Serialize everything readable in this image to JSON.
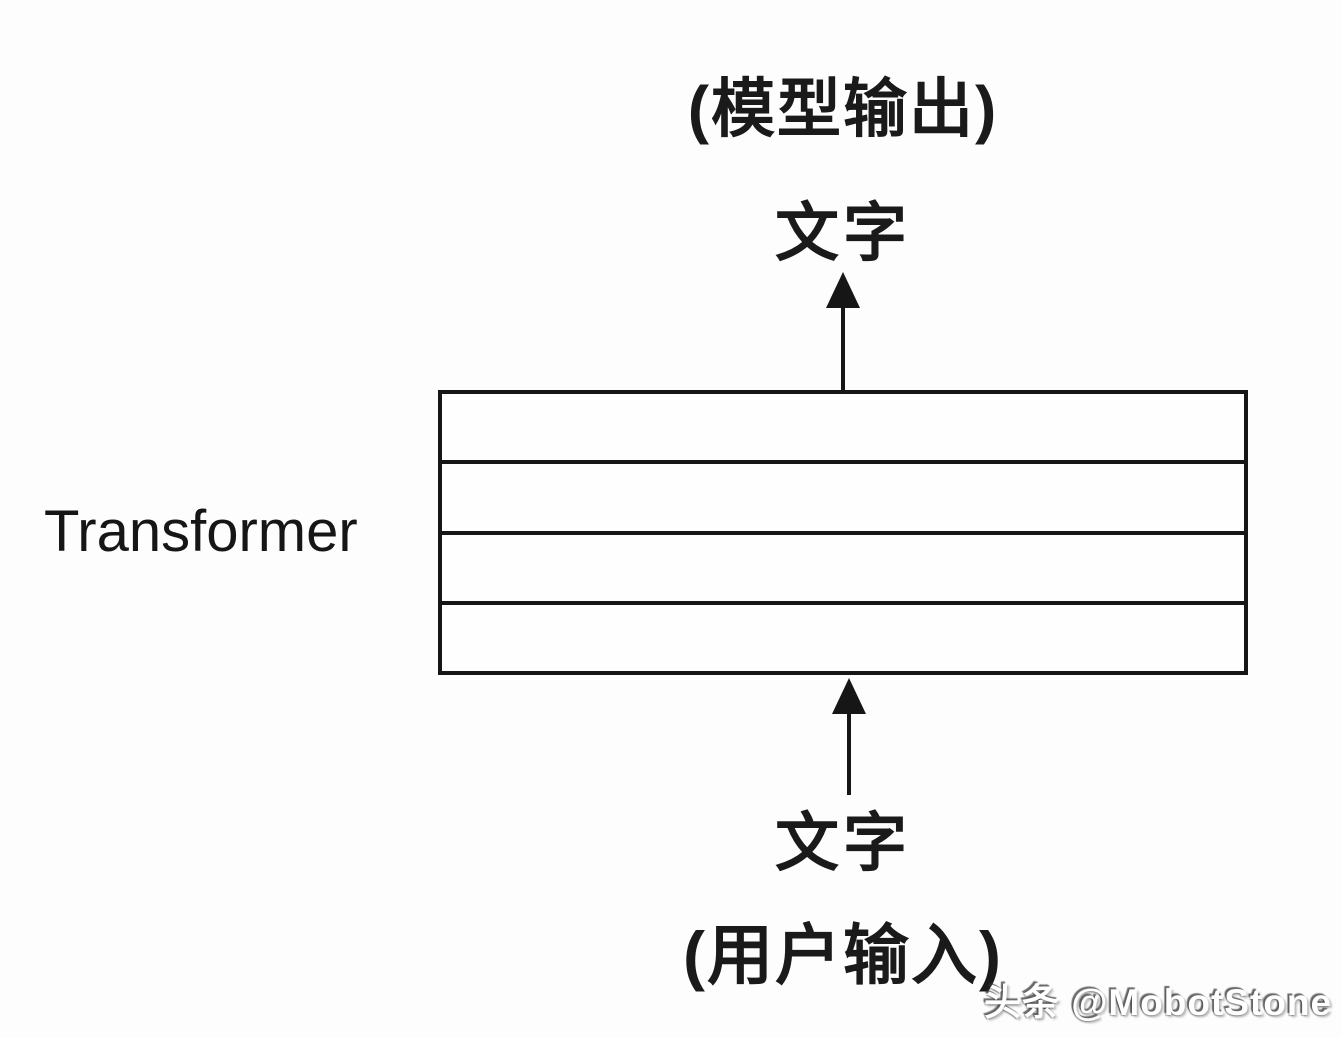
{
  "diagram": {
    "top_caption": "(模型输出)",
    "top_io_label": "文字",
    "model_label": "Transformer",
    "bottom_io_label": "文字",
    "bottom_caption": "(用户输入)",
    "layer_count": 4,
    "flow": "user input text -> transformer stacked layers -> model output text"
  },
  "watermark": {
    "text": "头条 @MobotStone"
  },
  "colors": {
    "ink": "#161616",
    "background": "#fdfdfd",
    "watermark_fill": "#ffffff",
    "watermark_shadow": "#373737"
  }
}
